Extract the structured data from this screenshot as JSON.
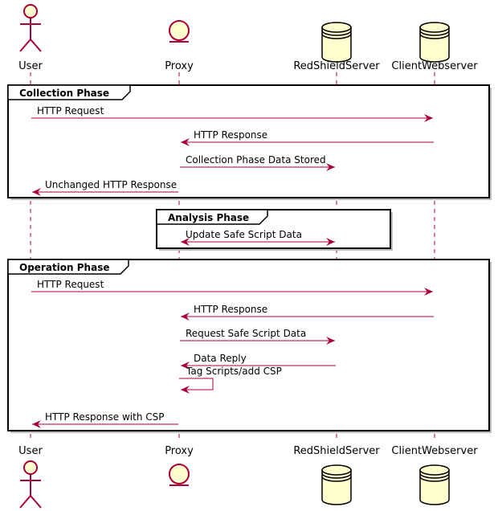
{
  "participants": [
    {
      "name": "User",
      "kind": "actor"
    },
    {
      "name": "Proxy",
      "kind": "entity"
    },
    {
      "name": "RedShieldServer",
      "kind": "database"
    },
    {
      "name": "ClientWebserver",
      "kind": "database"
    }
  ],
  "groups": [
    {
      "title": "Collection Phase",
      "messages": [
        {
          "from": 0,
          "to": 3,
          "label": "HTTP Request"
        },
        {
          "from": 3,
          "to": 1,
          "label": "HTTP Response"
        },
        {
          "from": 1,
          "to": 2,
          "label": "Collection Phase Data Stored"
        },
        {
          "from": 1,
          "to": 0,
          "label": "Unchanged HTTP Response"
        }
      ]
    },
    {
      "title": "Analysis Phase",
      "messages": [
        {
          "from": 1,
          "to": 2,
          "label": "Update Safe Script Data",
          "bidirectional": true
        }
      ]
    },
    {
      "title": "Operation Phase",
      "messages": [
        {
          "from": 0,
          "to": 3,
          "label": "HTTP Request"
        },
        {
          "from": 3,
          "to": 1,
          "label": "HTTP Response"
        },
        {
          "from": 1,
          "to": 2,
          "label": "Request Safe Script Data"
        },
        {
          "from": 2,
          "to": 1,
          "label": "Data Reply"
        },
        {
          "from": 1,
          "to": 1,
          "label": "Tag Scripts/add CSP"
        },
        {
          "from": 1,
          "to": 0,
          "label": "HTTP Response with CSP"
        }
      ]
    }
  ],
  "colors": {
    "line": "#A80036",
    "fill": "#FEFECE",
    "frame": "#000000"
  }
}
